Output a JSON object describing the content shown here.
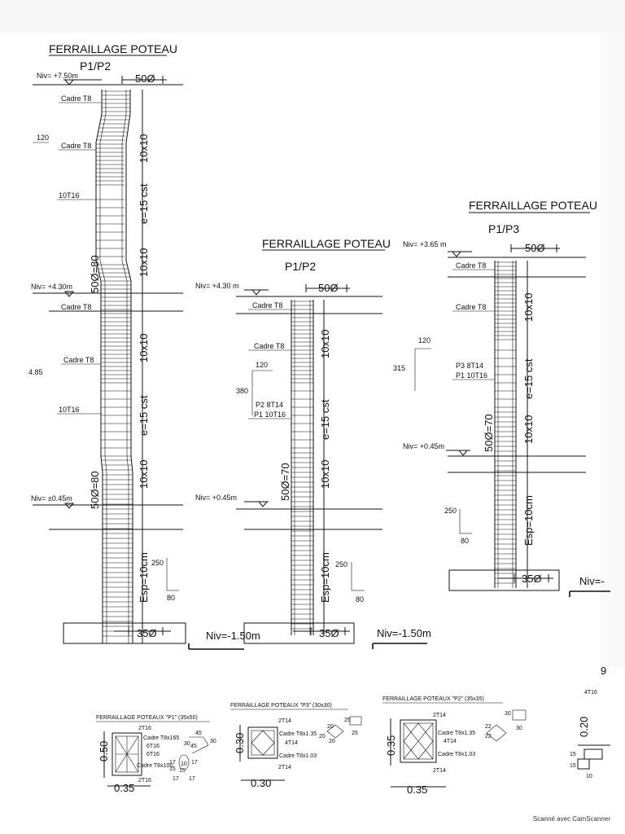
{
  "colors": {
    "ink": "#111111",
    "paper": "#ffffff",
    "scan_shade": "#e8e8e8"
  },
  "column1": {
    "title": "FERRAILLAGE POTEAU",
    "subtitle": "P1/P2",
    "levels": {
      "top": "Niv= +7.50m",
      "mid": "Niv= +4.30m",
      "low": "Niv= ±0.45m",
      "base": "Niv=-1.50m"
    },
    "labels": {
      "cadre_top": "Cadre T8",
      "cadre_2": "Cadre T8",
      "bars_1": "10T16",
      "cadre_mid": "Cadre T8",
      "cadre_4": "Cadre T8",
      "bars_2": "10T16"
    },
    "dims": {
      "width_top": "50Ø",
      "spacing_1": "10x10",
      "spacing_2": "e=15 cst",
      "spacing_3": "10x10",
      "lap_1": "50Ø=80",
      "spacing_4": "10x10",
      "spacing_5": "e=15 cst",
      "spacing_6": "10x10",
      "lap_2": "50Ø=80",
      "esp": "Esp=10cm",
      "base": "35Ø"
    },
    "numbers": {
      "n120": "120",
      "n485": "4.85",
      "n250": "250",
      "n80": "80"
    }
  },
  "column2": {
    "title": "FERRAILLAGE POTEAU",
    "subtitle": "P1/P2",
    "levels": {
      "top": "Niv= +4.30 m",
      "low": "Niv= +0.45m",
      "base": "Niv=-1.50m"
    },
    "labels": {
      "cadre_top": "Cadre T8",
      "cadre_2": "Cadre T8",
      "bars_p2": "P2  8T14",
      "bars_p1": "P1  10T16"
    },
    "dims": {
      "width_top": "50Ø",
      "spacing_1": "10x10",
      "spacing_2": "e=15 cst",
      "spacing_3": "10x10",
      "lap": "50Ø=70",
      "esp": "Esp=10cm",
      "base": "35Ø"
    },
    "numbers": {
      "n120": "120",
      "n380": "380",
      "n250": "250",
      "n80": "80"
    }
  },
  "column3": {
    "title": "FERRAILLAGE POTEAU",
    "subtitle": "P1/P3",
    "levels": {
      "top": "Niv= +3.65 m",
      "low": "Niv= +0.45m",
      "base": "Niv=-"
    },
    "labels": {
      "cadre_top": "Cadre T8",
      "cadre_2": "Cadre T8",
      "bars_p3": "P3  8T14",
      "bars_p1": "P1  10T16"
    },
    "dims": {
      "width_top": "50Ø",
      "spacing_1": "10x10",
      "spacing_2": "e=15 cst",
      "spacing_3": "10x10",
      "lap": "50Ø=70",
      "esp": "Esp=10cm",
      "base": "35Ø"
    },
    "numbers": {
      "n120": "120",
      "n315": "315",
      "n250": "250",
      "n80": "80"
    }
  },
  "sections": {
    "p1": {
      "title": "FERRAILLAGE  POTEAUX \"P1\"  (35x50)",
      "top_bars": "2T16",
      "cadre_a": "Cadre T8x165",
      "bars_a": "6T16",
      "bars_b": "6T16",
      "cadre_b": "Cadre T8x100",
      "bottom_bars": "2T16",
      "height": "0.50",
      "width": "0.35",
      "hook_dims": [
        "45",
        "45",
        "30",
        "30",
        "17",
        "10",
        "17",
        "15",
        "15",
        "17",
        "17"
      ]
    },
    "p3": {
      "title": "FERRAILLAGE  POTEAUX \"P3\"  (30x30)",
      "top_bars": "2T14",
      "cadre_a": "Cadre T8x1.35",
      "bars_a": "4T14",
      "cadre_b": "Cadre T8x1.03",
      "bottom_bars": "2T14",
      "height": "0.30",
      "width": "0.30",
      "hook_dims": [
        "25",
        "25",
        "20",
        "20",
        "20"
      ]
    },
    "p2": {
      "title": "FERRAILLAGE  POTEAUX \"P2\"  (35x35)",
      "top_bars": "2T14",
      "cadre_a": "Cadre T8x1.35",
      "bars_a": "4T14",
      "cadre_b": "Cadre T8x1.03",
      "bottom_bars": "2T14",
      "height": "0.35",
      "width": "0.35",
      "hook_dims": [
        "30",
        "30",
        "22",
        "22"
      ]
    },
    "partial": {
      "bars": "4T16",
      "height": "0.20",
      "d1": "15",
      "d2": "15",
      "d3": "10",
      "mark": "9"
    }
  },
  "footer": {
    "scanner": "Scanné avec CamScanner"
  }
}
